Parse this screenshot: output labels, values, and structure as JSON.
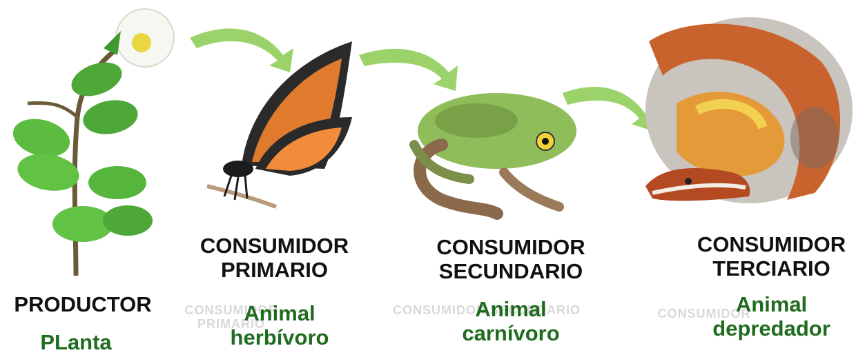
{
  "stages": [
    {
      "title": "PRODUCTOR",
      "subtitle": "PLanta"
    },
    {
      "title": "CONSUMIDOR\nPRIMARIO",
      "subtitle": "Animal\nherbívoro"
    },
    {
      "title": "CONSUMIDOR\nSECUNDARIO",
      "subtitle": "Animal\ncarnívoro"
    },
    {
      "title": "CONSUMIDOR\nTERCIARIO",
      "subtitle": "Animal\ndepredador"
    }
  ],
  "ghost_text": [
    "CONSUMIDOR PRIMARIO",
    "CONSUMIDOR SECUNDARIO",
    "CONSUMIDOR"
  ],
  "colors": {
    "title": "#111111",
    "subtitle": "#1f6b1f",
    "arrow": "#9bd36a",
    "leaf": "#55b03a",
    "butterfly": "#e07a2c",
    "frog": "#8fbd5a",
    "snake": "#c8632e"
  },
  "icons": [
    "plant-icon",
    "butterfly-icon",
    "frog-icon",
    "snake-icon",
    "arrow-icon"
  ]
}
